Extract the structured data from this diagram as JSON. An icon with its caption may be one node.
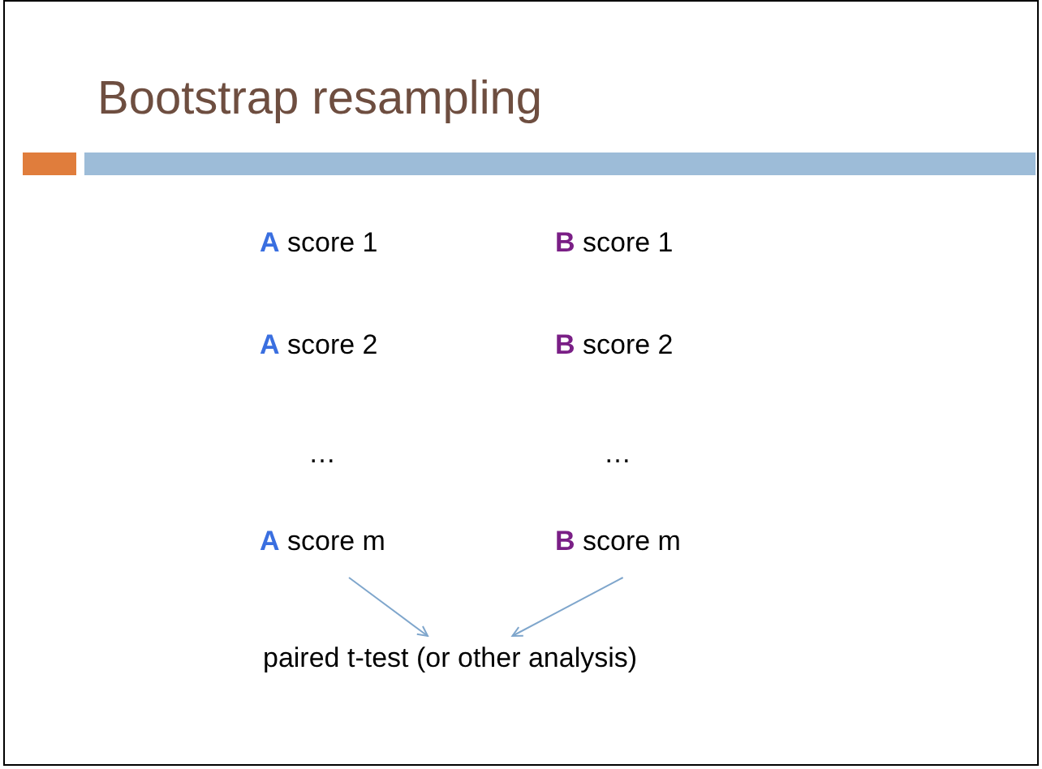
{
  "diagram": {
    "title": "Bootstrap resampling",
    "nodes": [
      {
        "text": [
          "**A** score m"
        ]
      },
      {
        "text": [
          "**B** score m"
        ]
      },
      {
        "text": [
          "paired t-test (or other analysis)"
        ]
      }
    ],
    "edges": [
      {
        "from": 0,
        "to": 2,
        "arrow": "to"
      },
      {
        "from": 1,
        "to": 2,
        "arrow": "to"
      }
    ],
    "labels": [
      "**A** score 1",
      "**B** score 1",
      "**A** score 2",
      "**B** score 2",
      "…",
      "…"
    ]
  }
}
